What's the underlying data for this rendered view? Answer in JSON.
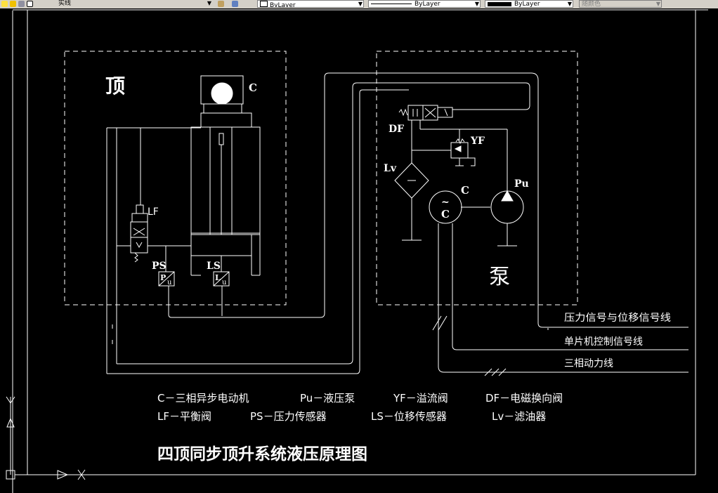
{
  "toolbar": {
    "layer_name": "实线",
    "color_value": "ByLayer",
    "linetype_value": "ByLayer",
    "lineweight_value": "ByLayer",
    "plotstyle_value": "随颜色"
  },
  "diagram": {
    "label_top": "顶",
    "label_pump": "泵",
    "label_C1": "C",
    "label_C2": "C",
    "label_motor_tilde": "~",
    "label_motor_c": "C",
    "label_LF": "LF",
    "label_PS": "PS",
    "label_LS": "LS",
    "label_DF": "DF",
    "label_YF": "YF",
    "label_Lv": "Lv",
    "label_Pu": "Pu",
    "label_P": "P",
    "label_L": "L",
    "label_u1": "u",
    "label_u2": "u",
    "signal_line": "压力信号与位移信号线",
    "mcu_line": "单片机控制信号线",
    "power_line": "三相动力线",
    "legend_row1": [
      "C－三相异步电动机",
      "Pu－液压泵",
      "YF－溢流阀",
      "DF－电磁换向阀"
    ],
    "legend_row2": [
      "LF－平衡阀",
      "PS－压力传感器",
      "LS－位移传感器",
      "Lv－滤油器"
    ],
    "title": "四顶同步顶升系统液压原理图"
  }
}
